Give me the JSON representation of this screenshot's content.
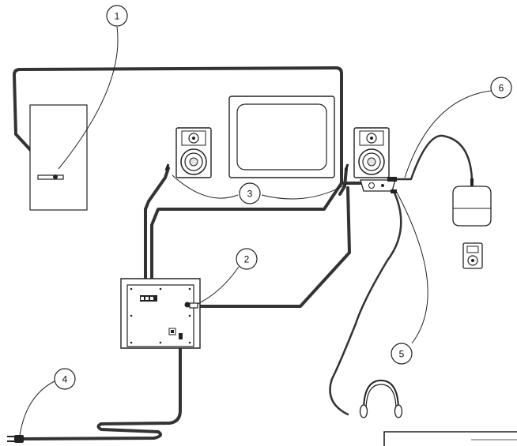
{
  "colors": {
    "background": "#ffffff",
    "line": "#222222",
    "cable": "#333333",
    "device_fill": "#e6e6e6",
    "device_dark": "#444444"
  },
  "callouts": {
    "c1": "1",
    "c2": "2",
    "c3": "3",
    "c4": "4",
    "c5": "5",
    "c6": "6"
  },
  "icons": [
    "pc-tower",
    "crt-monitor",
    "left-satellite-speaker",
    "right-satellite-speaker",
    "control-pod",
    "subwoofer",
    "headphones",
    "cd-player",
    "mp3-player",
    "power-plug"
  ]
}
